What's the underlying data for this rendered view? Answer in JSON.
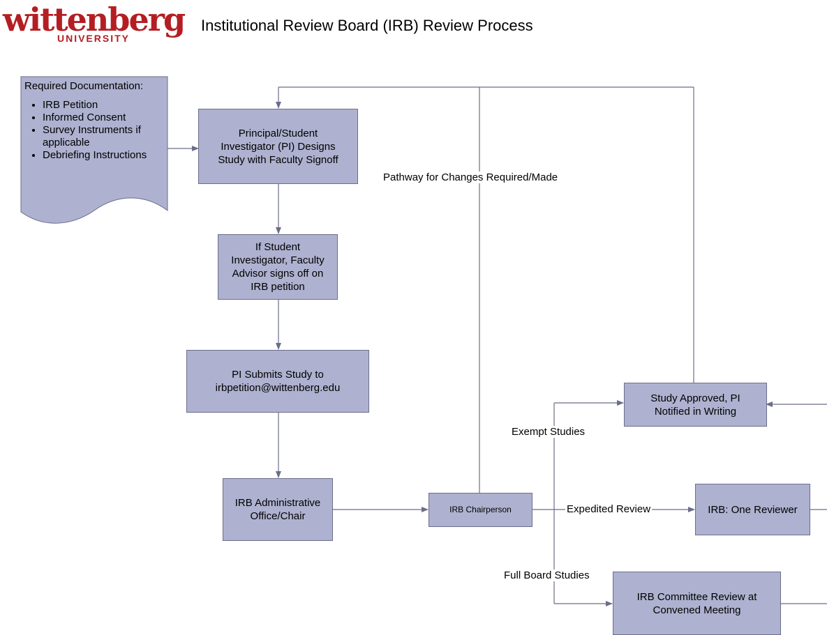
{
  "logo": {
    "wordmark": "wittenberg",
    "subtitle": "UNIVERSITY"
  },
  "title": "Institutional Review Board (IRB) Review Process",
  "documentation": {
    "heading": "Required Documentation:",
    "items": [
      "IRB Petition",
      "Informed Consent",
      "Survey Instruments if applicable",
      "Debriefing Instructions"
    ]
  },
  "nodes": {
    "pi_design": "Principal/Student\nInvestigator (PI) Designs\nStudy with Faculty Signoff",
    "advisor_signoff": "If Student\nInvestigator, Faculty\nAdvisor signs off on\nIRB petition",
    "submit": "PI Submits Study to\nirbpetition@wittenberg.edu",
    "admin_office": "IRB Administrative\nOffice/Chair",
    "chairperson": "IRB Chairperson",
    "approved": "Study Approved, PI\nNotified in Writing",
    "one_reviewer": "IRB:  One Reviewer",
    "committee": "IRB Committee Review at\nConvened Meeting"
  },
  "labels": {
    "changes_pathway": "Pathway for Changes Required/Made",
    "exempt": "Exempt Studies",
    "expedited": "Expedited Review",
    "full_board": "Full Board Studies"
  },
  "colors": {
    "box_fill": "#aeb1cf",
    "box_border": "#6b6e8a",
    "connector": "#6b6e8a",
    "logo": "#b41e23"
  }
}
